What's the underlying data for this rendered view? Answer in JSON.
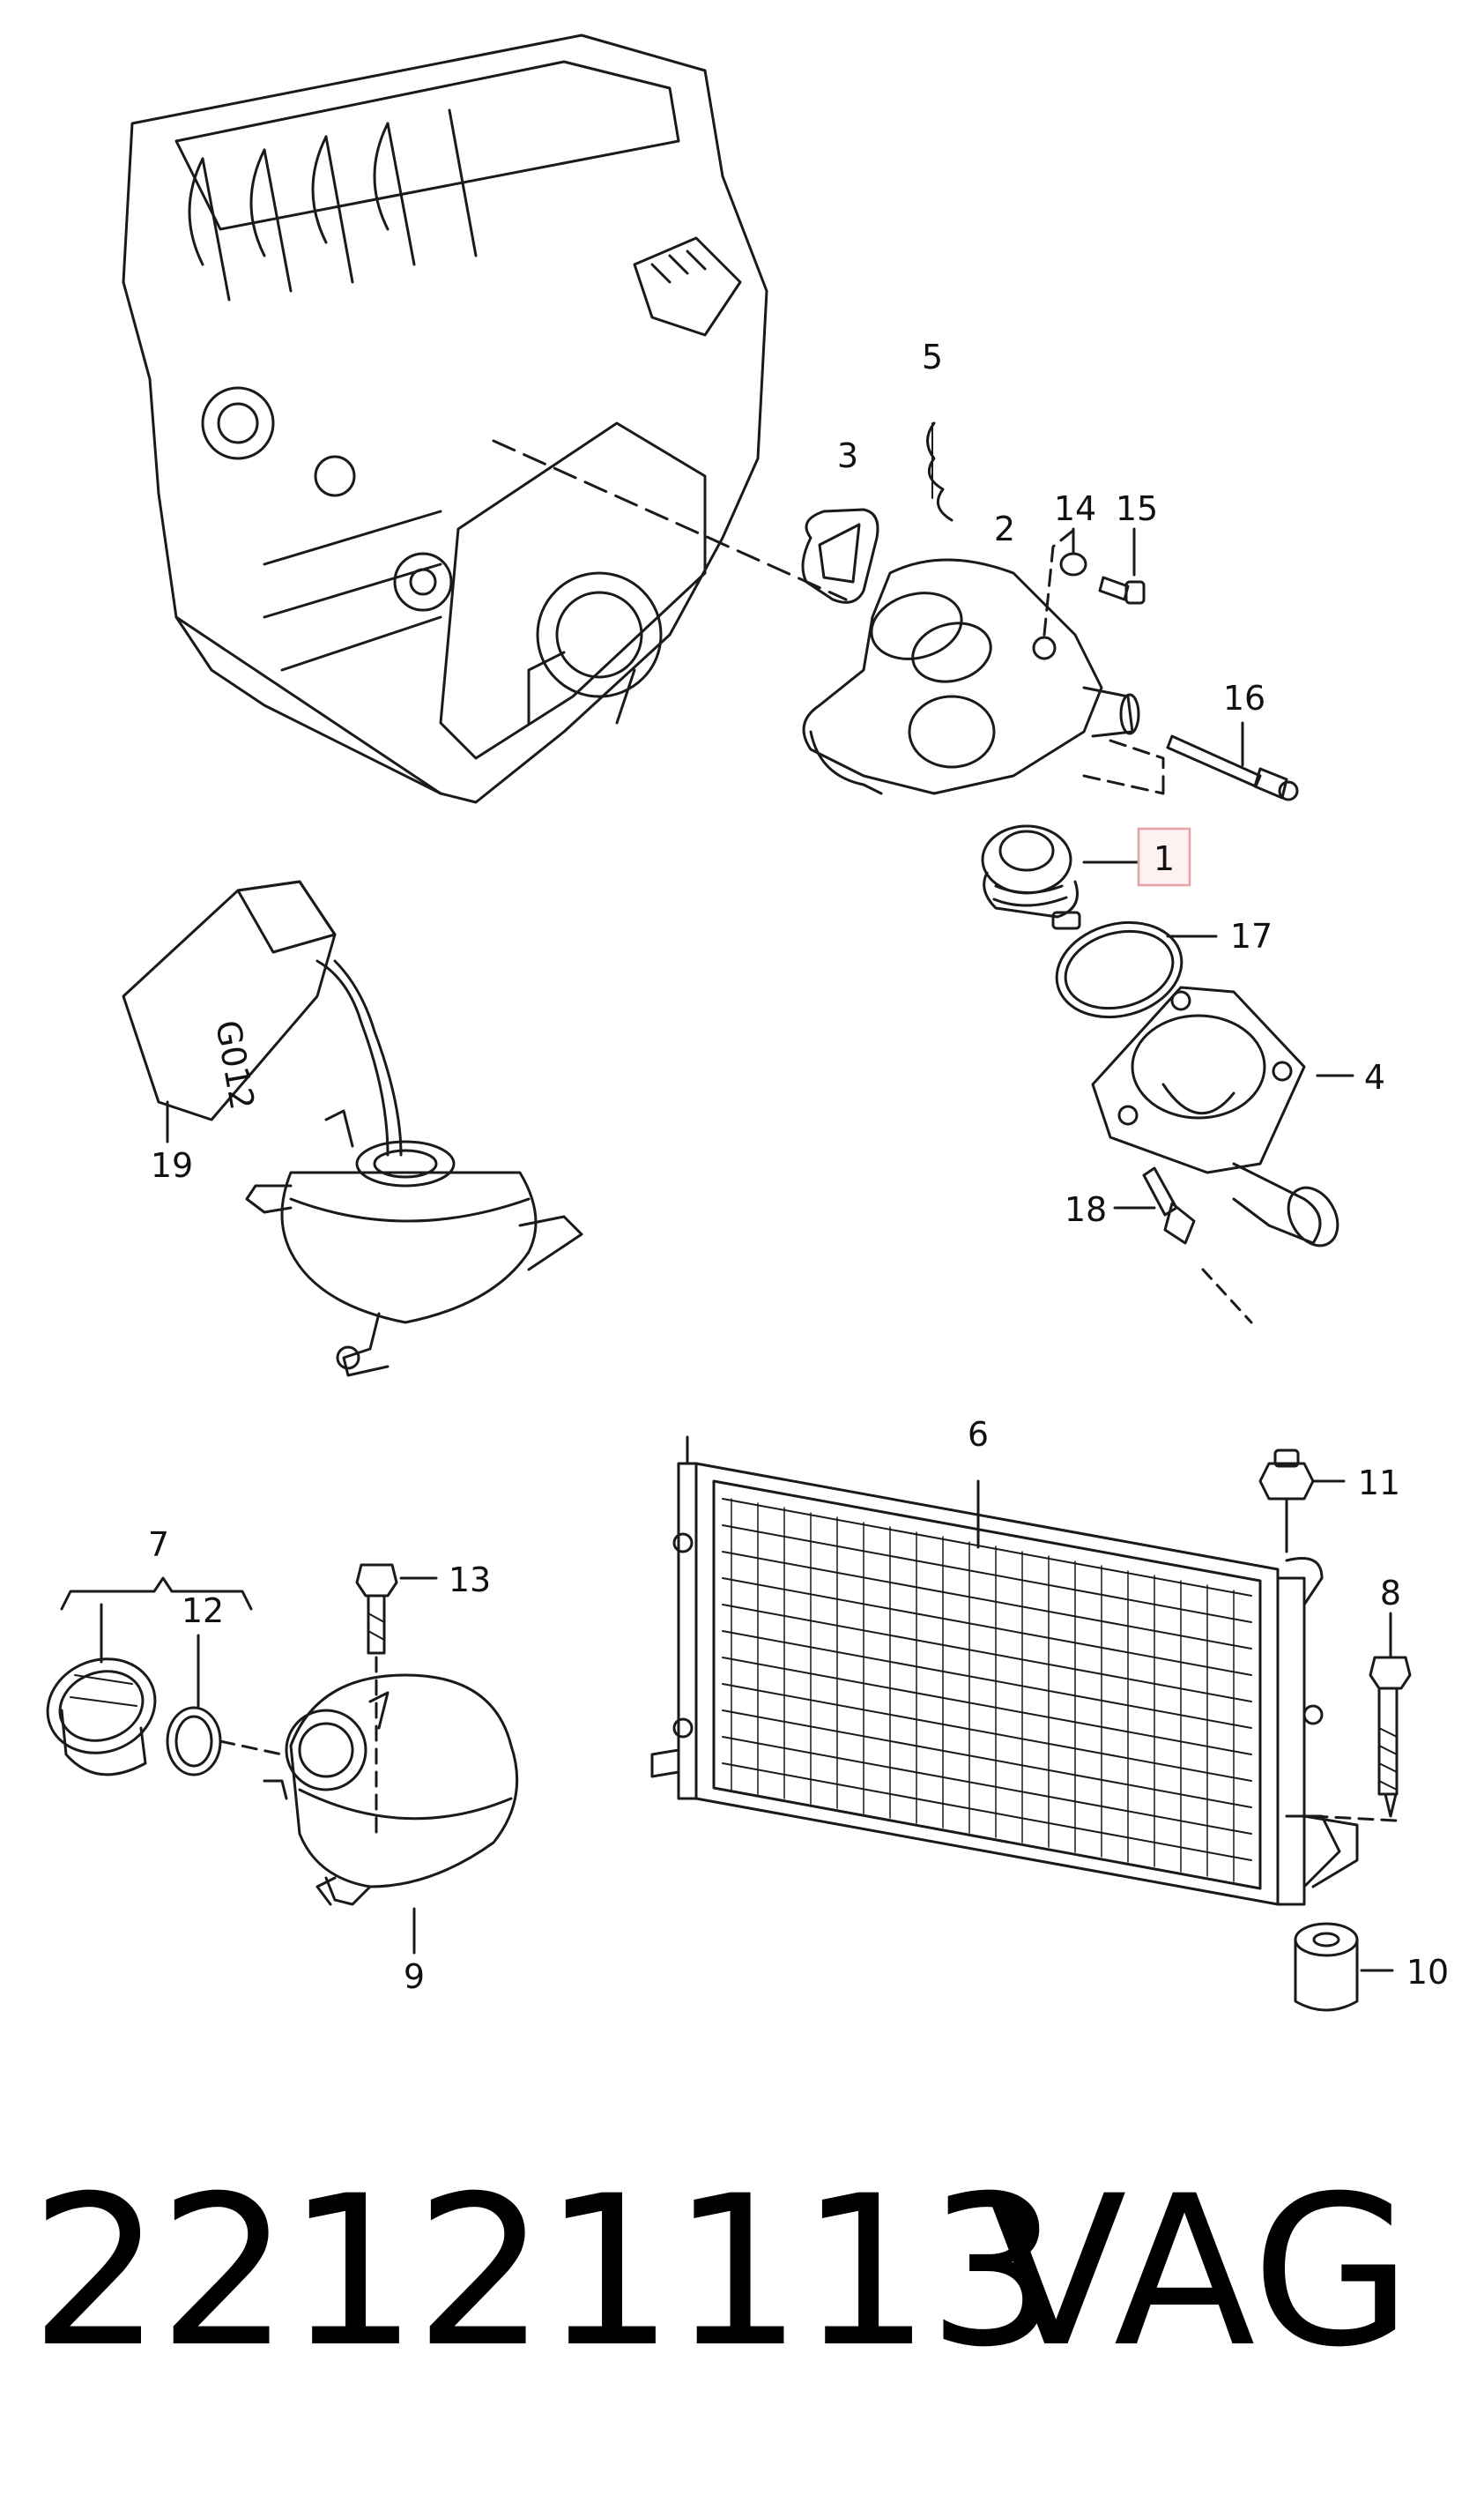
{
  "callouts": {
    "c1": "1",
    "c2": "2",
    "c3": "3",
    "c4": "4",
    "c5": "5",
    "c6": "6",
    "c7": "7",
    "c8": "8",
    "c9": "9",
    "c10": "10",
    "c11": "11",
    "c12": "12",
    "c13": "13",
    "c14": "14",
    "c15": "15",
    "c16": "16",
    "c17": "17",
    "c18": "18",
    "c19": "19"
  },
  "coolant_bottle_label": "G012",
  "part_number": "22121113",
  "brand": "VAG",
  "highlight_color": "#e8a0a8"
}
